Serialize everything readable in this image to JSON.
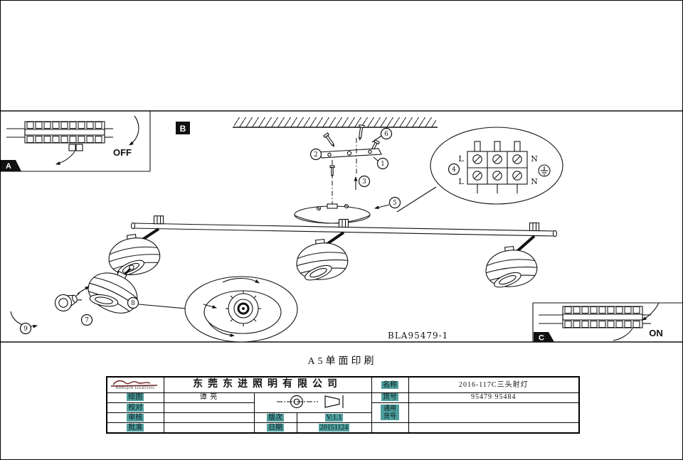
{
  "page": {
    "print_note": "A5单面印刷"
  },
  "colors": {
    "highlight": "#4f9e9e",
    "line": "#111111",
    "paper": "#ffffff"
  },
  "diagram": {
    "section_labels": {
      "a": "A",
      "b": "B",
      "c": "C"
    },
    "switch": {
      "off": "OFF",
      "on": "ON"
    },
    "drawing_no": "BLA95479-1",
    "callouts": [
      "1",
      "2",
      "3",
      "4",
      "5",
      "6",
      "7",
      "8",
      "9"
    ],
    "wiring": {
      "top_left": "L",
      "top_right": "N",
      "bottom_left": "L",
      "bottom_right": "N"
    }
  },
  "titleblock": {
    "logo": {
      "subtext": "DONGJIN LIGHTING"
    },
    "company": "东莞东进照明有限公司",
    "name_label": "名称",
    "name_value": "2016-117C三头射灯",
    "item_label": "货号",
    "item_value": "95479 95484",
    "common_label": "通用货号",
    "common_value": "",
    "draw_label": "绘图",
    "draw_value": "谭 亮",
    "check_label": "校对",
    "check_value": "",
    "review_label": "审核",
    "review_value": "",
    "approve_label": "批准",
    "approve_value": "",
    "version_label": "版次",
    "version_value": "V:1.1",
    "date_label": "日期",
    "date_value": "20151124"
  }
}
